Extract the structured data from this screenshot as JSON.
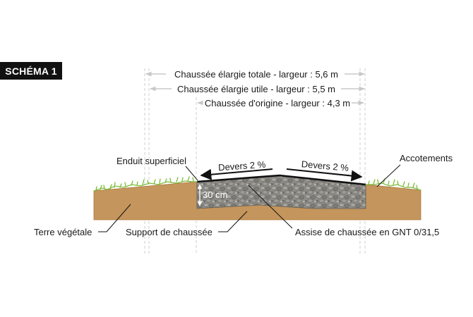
{
  "badge": "SCHÉMA 1",
  "dimensions": {
    "total": "Chaussée élargie totale - largeur : 5,6 m",
    "utile": "Chaussée élargie utile - largeur : 5,5 m",
    "origine": "Chaussée d'origine - largeur : 4,3 m"
  },
  "labels": {
    "enduit": "Enduit superficiel",
    "accotements": "Accotements",
    "devers_left": "Devers 2 %",
    "devers_right": "Devers 2 %",
    "thickness": "30 cm",
    "terre": "Terre végétale",
    "support": "Support de chaussée",
    "assise": "Assise de chaussée en GNT 0/31,5"
  },
  "colors": {
    "soil": "#c4955c",
    "soil_edge": "#a8773f",
    "gravel": "#8c8c86",
    "grass": "#7cbb3a",
    "dim_line": "#c8c8c8",
    "badge_bg": "#111111"
  }
}
